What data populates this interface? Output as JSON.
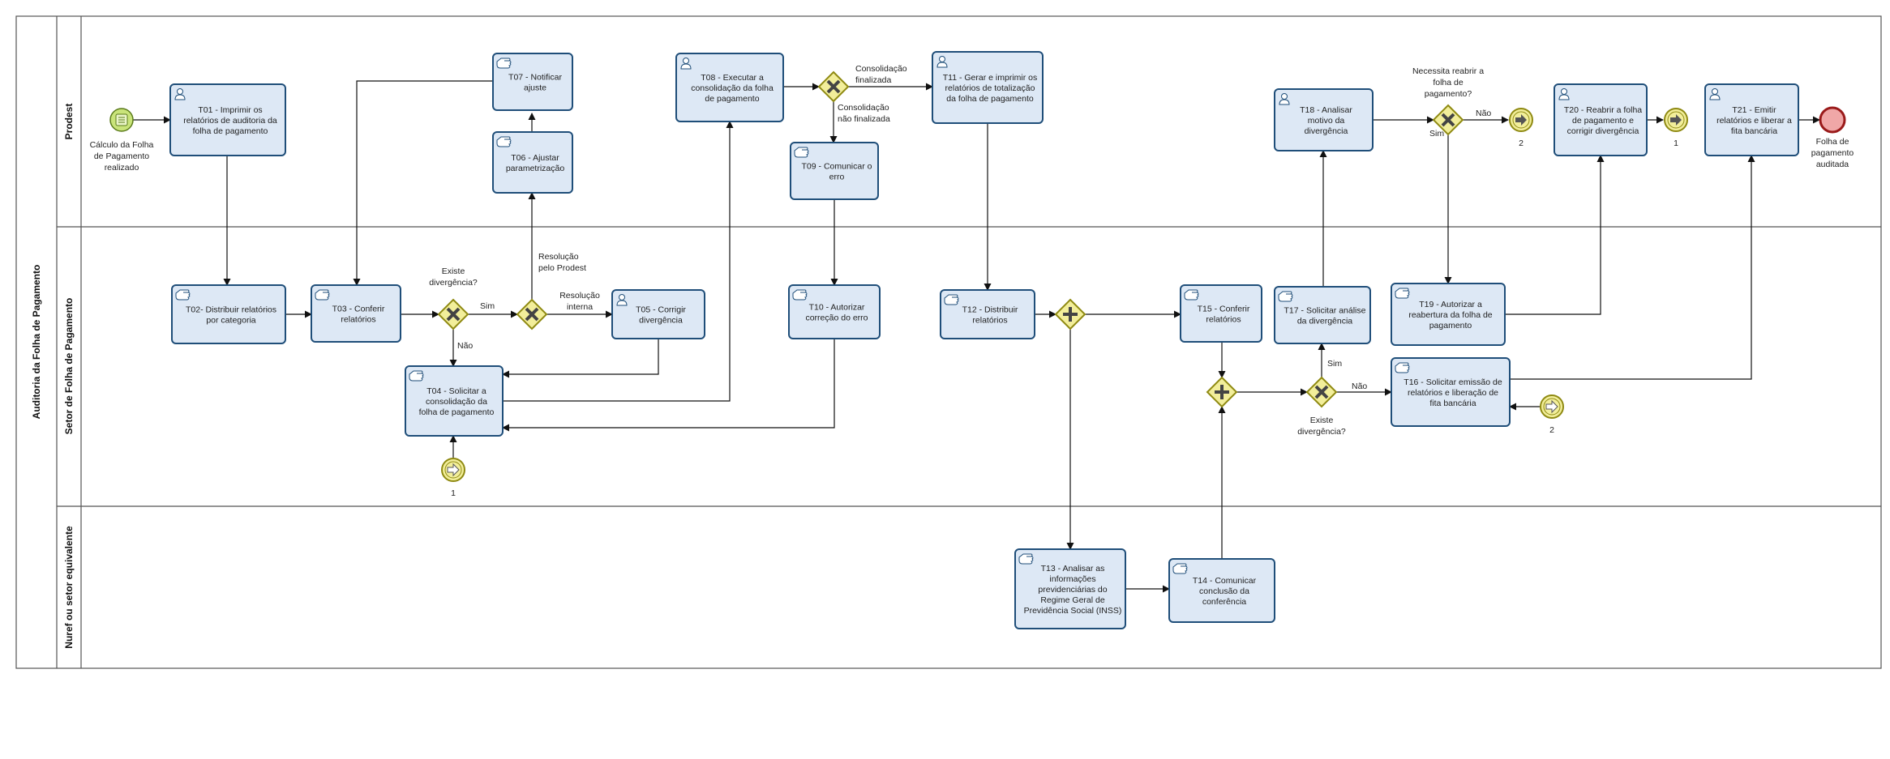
{
  "pool": {
    "title": "Auditoria da Folha de Pagamento"
  },
  "lanes": [
    {
      "id": "prodest",
      "label": "Prodest"
    },
    {
      "id": "setor",
      "label": "Setor de Folha de Pagamento"
    },
    {
      "id": "nuref",
      "label": "Nuref ou setor equivalente"
    }
  ],
  "start_event": {
    "label": [
      "Cálculo da Folha",
      "de Pagamento",
      "realizado"
    ]
  },
  "end_event": {
    "label": [
      "Folha de",
      "pagamento",
      "auditada"
    ]
  },
  "tasks": [
    {
      "id": "t01",
      "kind": "user",
      "lines": [
        "T01 - Imprimir os",
        "relatórios de auditoria da",
        "folha de pagamento"
      ]
    },
    {
      "id": "t02",
      "kind": "manual",
      "lines": [
        "T02- Distribuir relatórios",
        "por categoria"
      ]
    },
    {
      "id": "t03",
      "kind": "manual",
      "lines": [
        "T03 - Conferir",
        "relatórios"
      ]
    },
    {
      "id": "t04",
      "kind": "manual",
      "lines": [
        "T04 - Solicitar  a",
        "consolidação da",
        "folha de pagamento"
      ]
    },
    {
      "id": "t05",
      "kind": "user",
      "lines": [
        "T05 - Corrigir",
        "divergência"
      ]
    },
    {
      "id": "t06",
      "kind": "manual",
      "lines": [
        "T06 - Ajustar",
        "parametrização"
      ]
    },
    {
      "id": "t07",
      "kind": "manual",
      "lines": [
        "T07 - Notificar",
        "ajuste"
      ]
    },
    {
      "id": "t08",
      "kind": "user",
      "lines": [
        "T08 - Executar a",
        "consolidação da folha",
        "de pagamento"
      ]
    },
    {
      "id": "t09",
      "kind": "manual",
      "lines": [
        "T09 - Comunicar o",
        "erro"
      ]
    },
    {
      "id": "t10",
      "kind": "manual",
      "lines": [
        "T10 - Autorizar",
        "correção do erro"
      ]
    },
    {
      "id": "t11",
      "kind": "user",
      "lines": [
        "T11 - Gerar e imprimir os",
        "relatórios de totalização",
        "da folha de pagamento"
      ]
    },
    {
      "id": "t12",
      "kind": "manual",
      "lines": [
        "T12 - Distribuir",
        "relatórios"
      ]
    },
    {
      "id": "t13",
      "kind": "manual",
      "lines": [
        "T13 - Analisar as",
        "informações",
        "previdenciárias do",
        "Regime Geral de",
        "Previdência Social (INSS)"
      ]
    },
    {
      "id": "t14",
      "kind": "manual",
      "lines": [
        "T14 - Comunicar",
        "conclusão da",
        "conferência"
      ]
    },
    {
      "id": "t15",
      "kind": "manual",
      "lines": [
        "T15 - Conferir",
        "relatórios"
      ]
    },
    {
      "id": "t16",
      "kind": "manual",
      "lines": [
        "T16 - Solicitar emissão de",
        "relatórios e liberação de",
        "fita bancária"
      ]
    },
    {
      "id": "t17",
      "kind": "manual",
      "lines": [
        "T17 - Solicitar análise",
        "da divergência"
      ]
    },
    {
      "id": "t18",
      "kind": "user",
      "lines": [
        "T18 - Analisar",
        "motivo da",
        "divergência"
      ]
    },
    {
      "id": "t19",
      "kind": "manual",
      "lines": [
        "T19 - Autorizar a",
        "reabertura da folha de",
        "pagamento"
      ]
    },
    {
      "id": "t20",
      "kind": "user",
      "lines": [
        "T20 - Reabrir a folha",
        "de pagamento e",
        "corrigir divergência"
      ]
    },
    {
      "id": "t21",
      "kind": "user",
      "lines": [
        "T21 - Emitir",
        "relatórios e liberar a",
        "fita bancária"
      ]
    }
  ],
  "gateway_labels": {
    "g1": [
      "Existe",
      "divergência?"
    ],
    "g1_yes": "Sim",
    "g1_no": "Não",
    "g2_prodest": [
      "Resolução",
      "pelo Prodest"
    ],
    "g2_interna": [
      "Resolução",
      "interna"
    ],
    "g3_final": [
      "Consolidação",
      "finalizada"
    ],
    "g3_nao": [
      "Consolidação",
      "não finalizada"
    ],
    "g5": [
      "Existe",
      "divergência?"
    ],
    "g5_yes": "Sim",
    "g5_no": "Não",
    "g6": [
      "Necessita reabrir a",
      "folha de",
      "pagamento?"
    ],
    "g6_yes": "Sim",
    "g6_no": "Não"
  },
  "links": {
    "throw_2": "2",
    "throw_1": "1",
    "catch_1": "1",
    "catch_2": "2"
  },
  "colors": {
    "task_fill": "#dde8f5",
    "task_stroke": "#1f4e79",
    "gateway_fill": "#f2ee9a",
    "gateway_stroke": "#8f8a12",
    "start_fill": "#c9e47a",
    "end_fill": "#f0a7a7"
  }
}
